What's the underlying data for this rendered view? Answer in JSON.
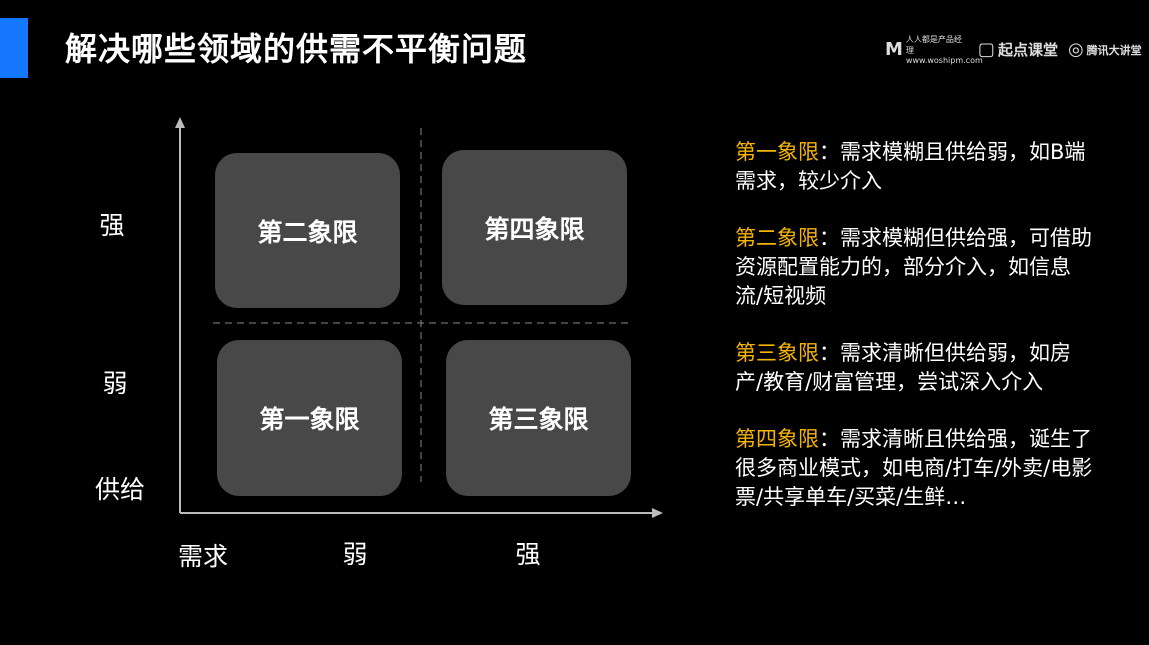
{
  "title": "解决哪些领域的供需不平衡问题",
  "logos": {
    "woshipm": "人人都是产品经理 www.woshipm.com",
    "qidian": "起点课堂",
    "tencent": "腾讯大讲堂"
  },
  "colors": {
    "accent": "#1677ff",
    "highlight": "#f5b400",
    "box": "#484848"
  },
  "axes": {
    "y_strong": "强",
    "y_weak": "弱",
    "y_name": "供给",
    "x_name": "需求",
    "x_weak": "弱",
    "x_strong": "强"
  },
  "quadrants": {
    "q2": "第二象限",
    "q4": "第四象限",
    "q1": "第一象限",
    "q3": "第三象限"
  },
  "descriptions": [
    {
      "head": "第一象限",
      "body": "：需求模糊且供给弱，如B端需求，较少介入"
    },
    {
      "head": "第二象限",
      "body": "：需求模糊但供给强，可借助资源配置能力的，部分介入，如信息流/短视频"
    },
    {
      "head": "第三象限",
      "body": "：需求清晰但供给弱，如房产/教育/财富管理，尝试深入介入"
    },
    {
      "head": "第四象限",
      "body": "：需求清晰且供给强，诞生了很多商业模式，如电商/打车/外卖/电影票/共享单车/买菜/生鲜…"
    }
  ]
}
